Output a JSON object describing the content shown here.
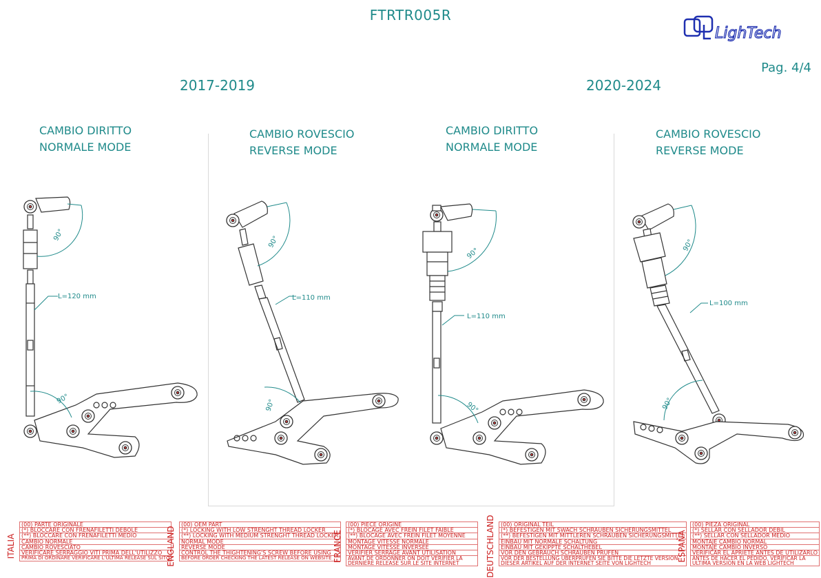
{
  "header": {
    "code": "FTRTR005R",
    "page": "Pag. 4/4",
    "logo_text": "LighTech"
  },
  "years": [
    {
      "label": "2017-2019"
    },
    {
      "label": "2020-2024"
    }
  ],
  "modes": [
    {
      "line1": "CAMBIO DIRITTO",
      "line2": "NORMALE MODE",
      "length": "L=120 mm",
      "angle1": "90°",
      "angle2": "90°"
    },
    {
      "line1": "CAMBIO ROVESCIO",
      "line2": "REVERSE MODE",
      "length": "L=110 mm",
      "angle1": "90°",
      "angle2": "90°"
    },
    {
      "line1": "CAMBIO DIRITTO",
      "line2": "NORMALE MODE",
      "length": "L=110 mm",
      "angle1": "90°",
      "angle2": "90°"
    },
    {
      "line1": "CAMBIO ROVESCIO",
      "line2": "REVERSE MODE",
      "length": "L=100 mm",
      "angle1": "90°",
      "angle2": "90°"
    }
  ],
  "legends": [
    {
      "lang": "ITALIA",
      "rows": [
        {
          "k": "(00)",
          "t": "PARTE ORIGINALE"
        },
        {
          "k": "(*)",
          "t": "BLOCCARE CON FRENAFILETTI DEBOLE"
        },
        {
          "k": "(**)",
          "t": "BLOCCARE CON FRENAFILETTI MEDIO"
        },
        {
          "k": "",
          "t": "CAMBIO NORMALE"
        },
        {
          "k": "",
          "t": "CAMBIO ROVESCIATO"
        },
        {
          "k": "",
          "t": "VERIFICARE SERRAGGIO VITI PRIMA DELL'UTILIZZO"
        },
        {
          "k": "",
          "t": "PRIMA DI ORDINARE VERIFICARE L'ULTIMA RELEASE SUL SITO"
        }
      ]
    },
    {
      "lang": "ENGLAND",
      "rows": [
        {
          "k": "(00)",
          "t": "OEM PART"
        },
        {
          "k": "(*)",
          "t": "LOCKING WITH LOW STRENGHT THREAD LOCKER"
        },
        {
          "k": "(**)",
          "t": "LOCKING WITH MEDIUM STRENGHT THREAD LOCKER"
        },
        {
          "k": "",
          "t": "NORMAL MODE"
        },
        {
          "k": "",
          "t": "REVERSE MODE"
        },
        {
          "k": "",
          "t": "CONTROL THE THIGHTENING'S SCREW BEFORE USING"
        },
        {
          "k": "",
          "t": "BEFORE ORDER CHECKING THE LATEST RELEASE ON WEBSITE"
        }
      ]
    },
    {
      "lang": "FRANCE",
      "rows": [
        {
          "k": "(00)",
          "t": "PIECE ORIGINE"
        },
        {
          "k": "(*)",
          "t": "BLOCAGE AVEC FREIN FILET FAIBLE"
        },
        {
          "k": "(**)",
          "t": "BLOCAGE AVEC FREIN FILET MOYENNE"
        },
        {
          "k": "",
          "t": "MONTAGE VITESSE NORMALE"
        },
        {
          "k": "",
          "t": "MONTAGE VITESSE INVERSEE"
        },
        {
          "k": "",
          "t": "VERIFIER SERRAGE AVANT UTILISATION"
        },
        {
          "k": "",
          "t": "AVANT DE ORDONNER ON DOIT VÉRIFIER LA DERNIÈRE RELEASE SUR LE SITE INTERNET"
        }
      ]
    },
    {
      "lang": "DEUTSCHLAND",
      "rows": [
        {
          "k": "(00)",
          "t": "ORIGINAL TEIL"
        },
        {
          "k": "(*)",
          "t": "BEFESTIGEN MIT SWACH SCHRAUBEN SICHERUNGSMITTEL"
        },
        {
          "k": "(**)",
          "t": "BEFESTIGEN MIT MITTLEREN SCHRAUBEN SICHERUNGSMITTEL"
        },
        {
          "k": "",
          "t": "EINBAU MIT NORMALE SCHALTUNG"
        },
        {
          "k": "",
          "t": "EINBAU MIT GEKIPPTE SCHALTHEBEL"
        },
        {
          "k": "",
          "t": "VOR DEN GEBRAUCH SCHRAUBEN PRÜFEN"
        },
        {
          "k": "",
          "t": "VOR DER BESTELLUNG ÜBERPRÜFEN SIE BITTE DIE LETZTE VERSION DIESER ARTIKEL AUF DER INTERNET SEITE VON LIGHTECH"
        }
      ]
    },
    {
      "lang": "ESPAÑA",
      "rows": [
        {
          "k": "(00)",
          "t": "PIEZA ORIGINAL"
        },
        {
          "k": "(*)",
          "t": "SELLAR CON SELLADOR DEBIL"
        },
        {
          "k": "(**)",
          "t": "SELLAR CON SELLADOR MEDIO"
        },
        {
          "k": "",
          "t": "MONTAJE CAMBIO NORMAL"
        },
        {
          "k": "",
          "t": "MONTAJE CAMBIO INVERSO"
        },
        {
          "k": "",
          "t": "VERIFICAR EL APRIETE ANTES DE UTILIZARLO"
        },
        {
          "k": "",
          "t": "ANTES DE HACER EL PEDIDO, VERIFICAR LA ULTIMA VERSION EN LA WEB LIGHTECH"
        }
      ]
    }
  ]
}
